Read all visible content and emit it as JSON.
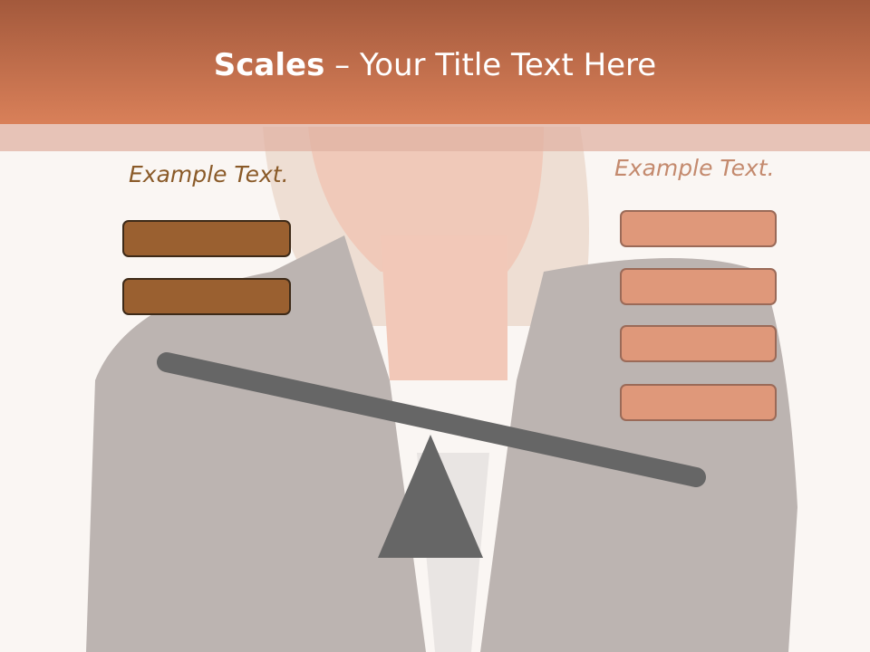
{
  "slide": {
    "title_bold": "Scales",
    "title_rest": " – Your Title Text Here",
    "left_label": "Example Text.",
    "right_label": "Example Text."
  },
  "colors": {
    "title_bar_top": "#a3593c",
    "title_bar_bottom": "#d98059",
    "left_boxes": "#9a6030",
    "right_boxes": "#df987a",
    "scale": "#666666"
  },
  "scale": {
    "left_weight_count": 2,
    "right_weight_count": 4
  }
}
